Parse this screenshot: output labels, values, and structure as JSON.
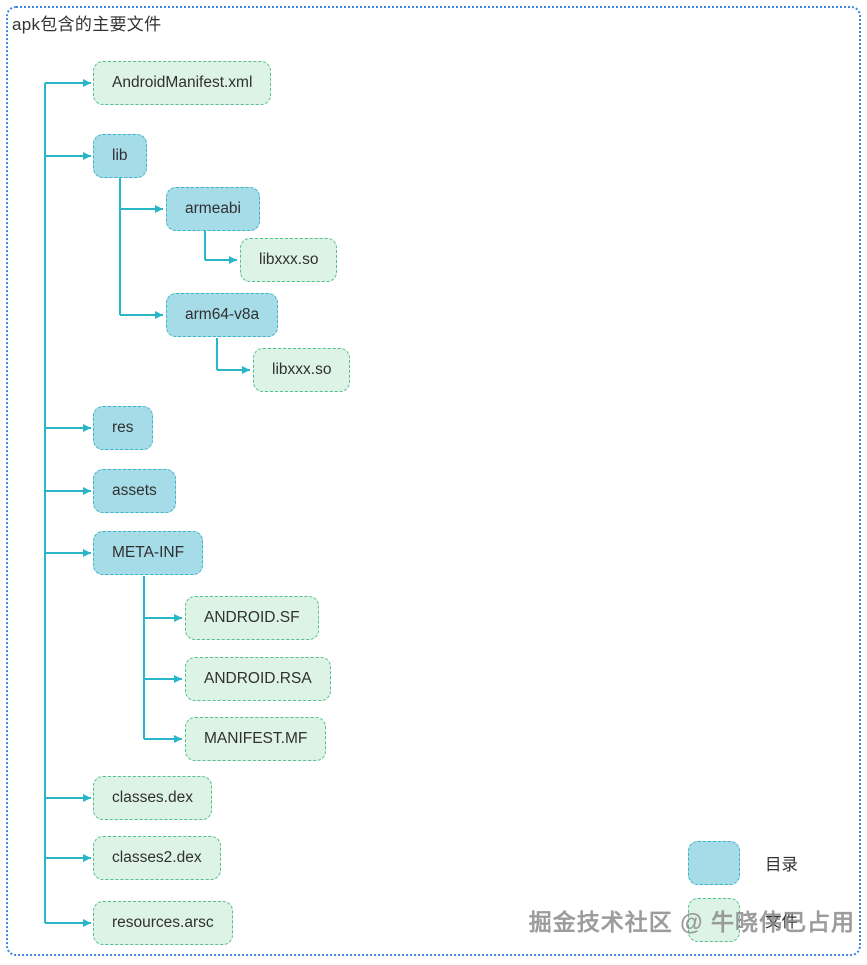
{
  "title": "apk包含的主要文件",
  "colors": {
    "dir_fill": "#a6dbe8",
    "dir_border": "#3cb4c7",
    "file_fill": "#dcf3e6",
    "file_border": "#55bf8e",
    "connector_line": "#29b6c8",
    "frame_border": "#3d85e0",
    "text": "#303030",
    "watermark_text": "#8b8b8b"
  },
  "nodes": {
    "android_manifest": {
      "label": "AndroidManifest.xml",
      "type": "file"
    },
    "lib": {
      "label": "lib",
      "type": "dir"
    },
    "armeabi": {
      "label": "armeabi",
      "type": "dir"
    },
    "libxxx_so_1": {
      "label": "libxxx.so",
      "type": "file"
    },
    "arm64_v8a": {
      "label": "arm64-v8a",
      "type": "dir"
    },
    "libxxx_so_2": {
      "label": "libxxx.so",
      "type": "file"
    },
    "res": {
      "label": "res",
      "type": "dir"
    },
    "assets": {
      "label": "assets",
      "type": "dir"
    },
    "meta_inf": {
      "label": "META-INF",
      "type": "dir"
    },
    "android_sf": {
      "label": "ANDROID.SF",
      "type": "file"
    },
    "android_rsa": {
      "label": "ANDROID.RSA",
      "type": "file"
    },
    "manifest_mf": {
      "label": "MANIFEST.MF",
      "type": "file"
    },
    "classes_dex": {
      "label": "classes.dex",
      "type": "file"
    },
    "classes2_dex": {
      "label": "classes2.dex",
      "type": "file"
    },
    "resources_arsc": {
      "label": "resources.arsc",
      "type": "file"
    }
  },
  "hierarchy": [
    {
      "label": "AndroidManifest.xml"
    },
    {
      "label": "lib",
      "children": [
        {
          "label": "armeabi",
          "children": [
            {
              "label": "libxxx.so"
            }
          ]
        },
        {
          "label": "arm64-v8a",
          "children": [
            {
              "label": "libxxx.so"
            }
          ]
        }
      ]
    },
    {
      "label": "res"
    },
    {
      "label": "assets"
    },
    {
      "label": "META-INF",
      "children": [
        {
          "label": "ANDROID.SF"
        },
        {
          "label": "ANDROID.RSA"
        },
        {
          "label": "MANIFEST.MF"
        }
      ]
    },
    {
      "label": "classes.dex"
    },
    {
      "label": "classes2.dex"
    },
    {
      "label": "resources.arsc"
    }
  ],
  "legend": {
    "dir_label": "目录",
    "file_label": "文件"
  },
  "watermark": "掘金技术社区 @ 牛晓伟已占用"
}
